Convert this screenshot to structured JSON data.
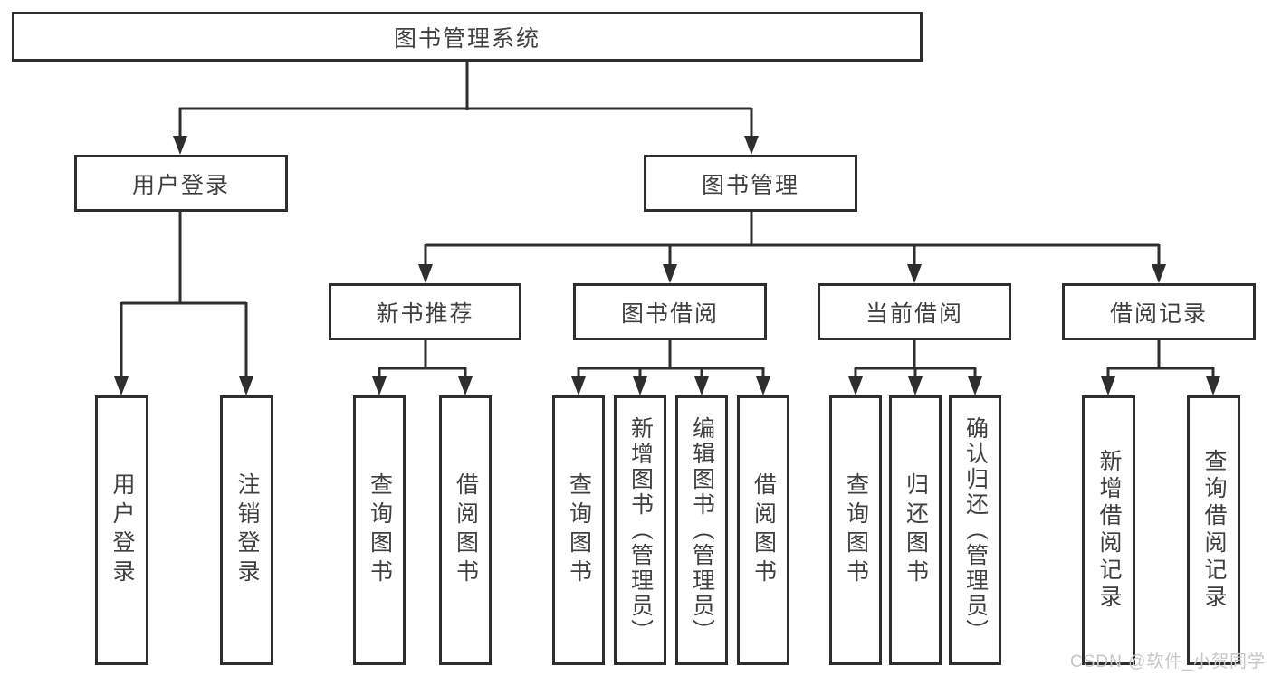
{
  "diagram": {
    "root": {
      "label": "图书管理系统"
    },
    "branches": [
      {
        "label": "用户登录",
        "children": [
          {
            "label": "用户登录"
          },
          {
            "label": "注销登录"
          }
        ]
      },
      {
        "label": "图书管理",
        "children": [
          {
            "label": "新书推荐",
            "children": [
              {
                "label": "查询图书"
              },
              {
                "label": "借阅图书"
              }
            ]
          },
          {
            "label": "图书借阅",
            "children": [
              {
                "label": "查询图书"
              },
              {
                "label": "新增图书（管理员）"
              },
              {
                "label": "编辑图书（管理员）"
              },
              {
                "label": "借阅图书"
              }
            ]
          },
          {
            "label": "当前借阅",
            "children": [
              {
                "label": "查询图书"
              },
              {
                "label": "归还图书"
              },
              {
                "label": "确认归还（管理员）"
              }
            ]
          },
          {
            "label": "借阅记录",
            "children": [
              {
                "label": "新增借阅记录"
              },
              {
                "label": "查询借阅记录"
              }
            ]
          }
        ]
      }
    ]
  },
  "watermark": {
    "text": "CSDN @软件_小贺同学"
  },
  "colors": {
    "line": "#2e2e2e",
    "text": "#404040",
    "watermark": "#c6c6c6",
    "background": "#ffffff"
  }
}
